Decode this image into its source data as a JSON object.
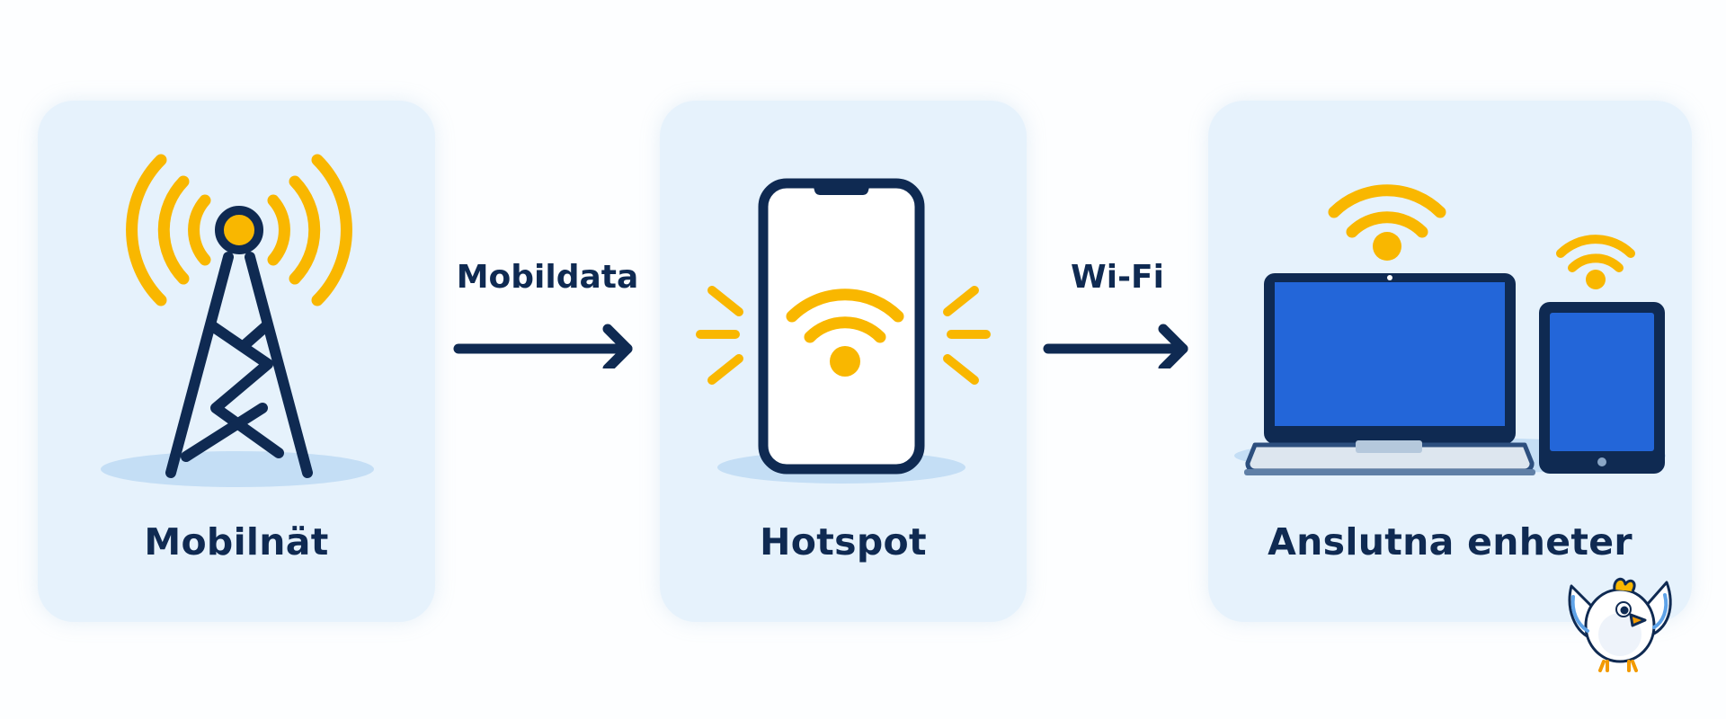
{
  "cards": {
    "network": {
      "label": "Mobilnät",
      "icon": "cell-tower-icon"
    },
    "hotspot": {
      "label": "Hotspot",
      "icon": "smartphone-hotspot-icon"
    },
    "devices": {
      "label": "Anslutna enheter",
      "icons": [
        "laptop-icon",
        "tablet-icon"
      ]
    }
  },
  "connectors": [
    {
      "label": "Mobildata",
      "icon": "arrow-right-icon"
    },
    {
      "label": "Wi-Fi",
      "icon": "arrow-right-icon"
    }
  ],
  "colors": {
    "navy": "#0f2a52",
    "yellow": "#f9b700",
    "card_bg": "#e6f2fc",
    "screen_blue": "#2366d9"
  },
  "mascot": {
    "icon": "bird-mascot-icon"
  }
}
